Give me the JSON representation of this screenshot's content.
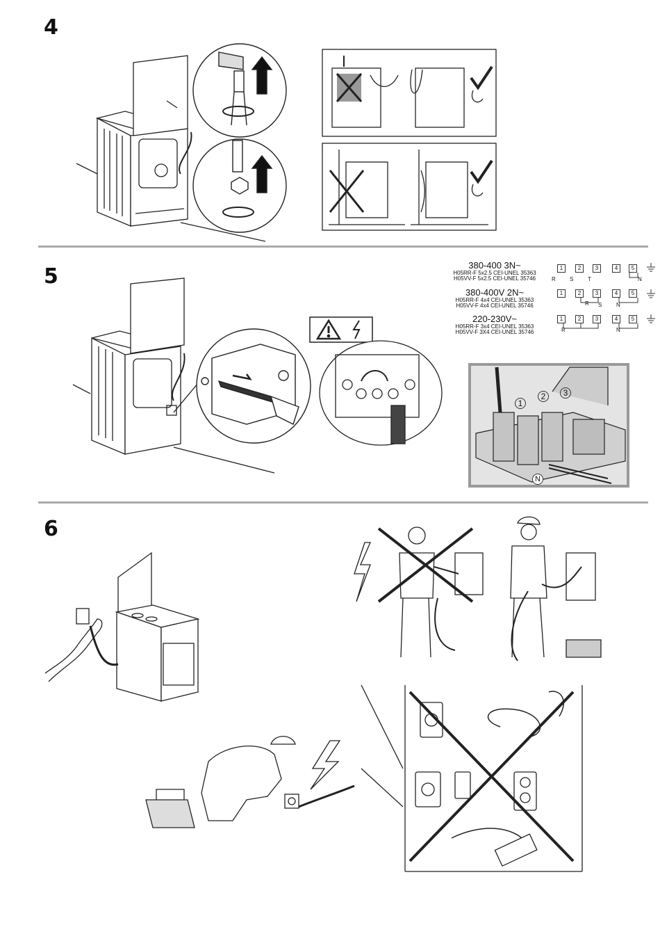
{
  "steps": [
    "4",
    "5",
    "6"
  ],
  "wiring": [
    {
      "voltage": "380-400 3N~",
      "cable1": "H05RR-F 5x2.5 CEI-UNEL 35363",
      "cable2": "H05VV-F 5x2.5 CEI-UNEL 35746",
      "terms": [
        "1",
        "2",
        "3",
        "4",
        "5"
      ],
      "marks": [
        "R",
        "S",
        "T",
        "N"
      ]
    },
    {
      "voltage": "380-400V 2N~",
      "cable1": "H05RR-F 4x4 CEI-UNEL 35363",
      "cable2": "H05VV-F 4x4 CEI-UNEL 35746",
      "terms": [
        "1",
        "2",
        "3",
        "4",
        "5"
      ],
      "marks": [
        "R",
        "S",
        "N"
      ]
    },
    {
      "voltage": "220-230V~",
      "cable1": "H05RR-F 3x4 CEI-UNEL 35363",
      "cable2": "H05VV-F 3X4 CEI-UNEL 35746",
      "terms": [
        "1",
        "2",
        "3",
        "4",
        "5"
      ],
      "marks": [
        "R",
        "N"
      ]
    }
  ],
  "callouts": [
    "1",
    "2",
    "3",
    "N"
  ],
  "colors": {
    "line": "#222222",
    "divider": "#aaaaaa",
    "frame": "#9a9a9a",
    "photo_bg": "#e4e4e4"
  }
}
